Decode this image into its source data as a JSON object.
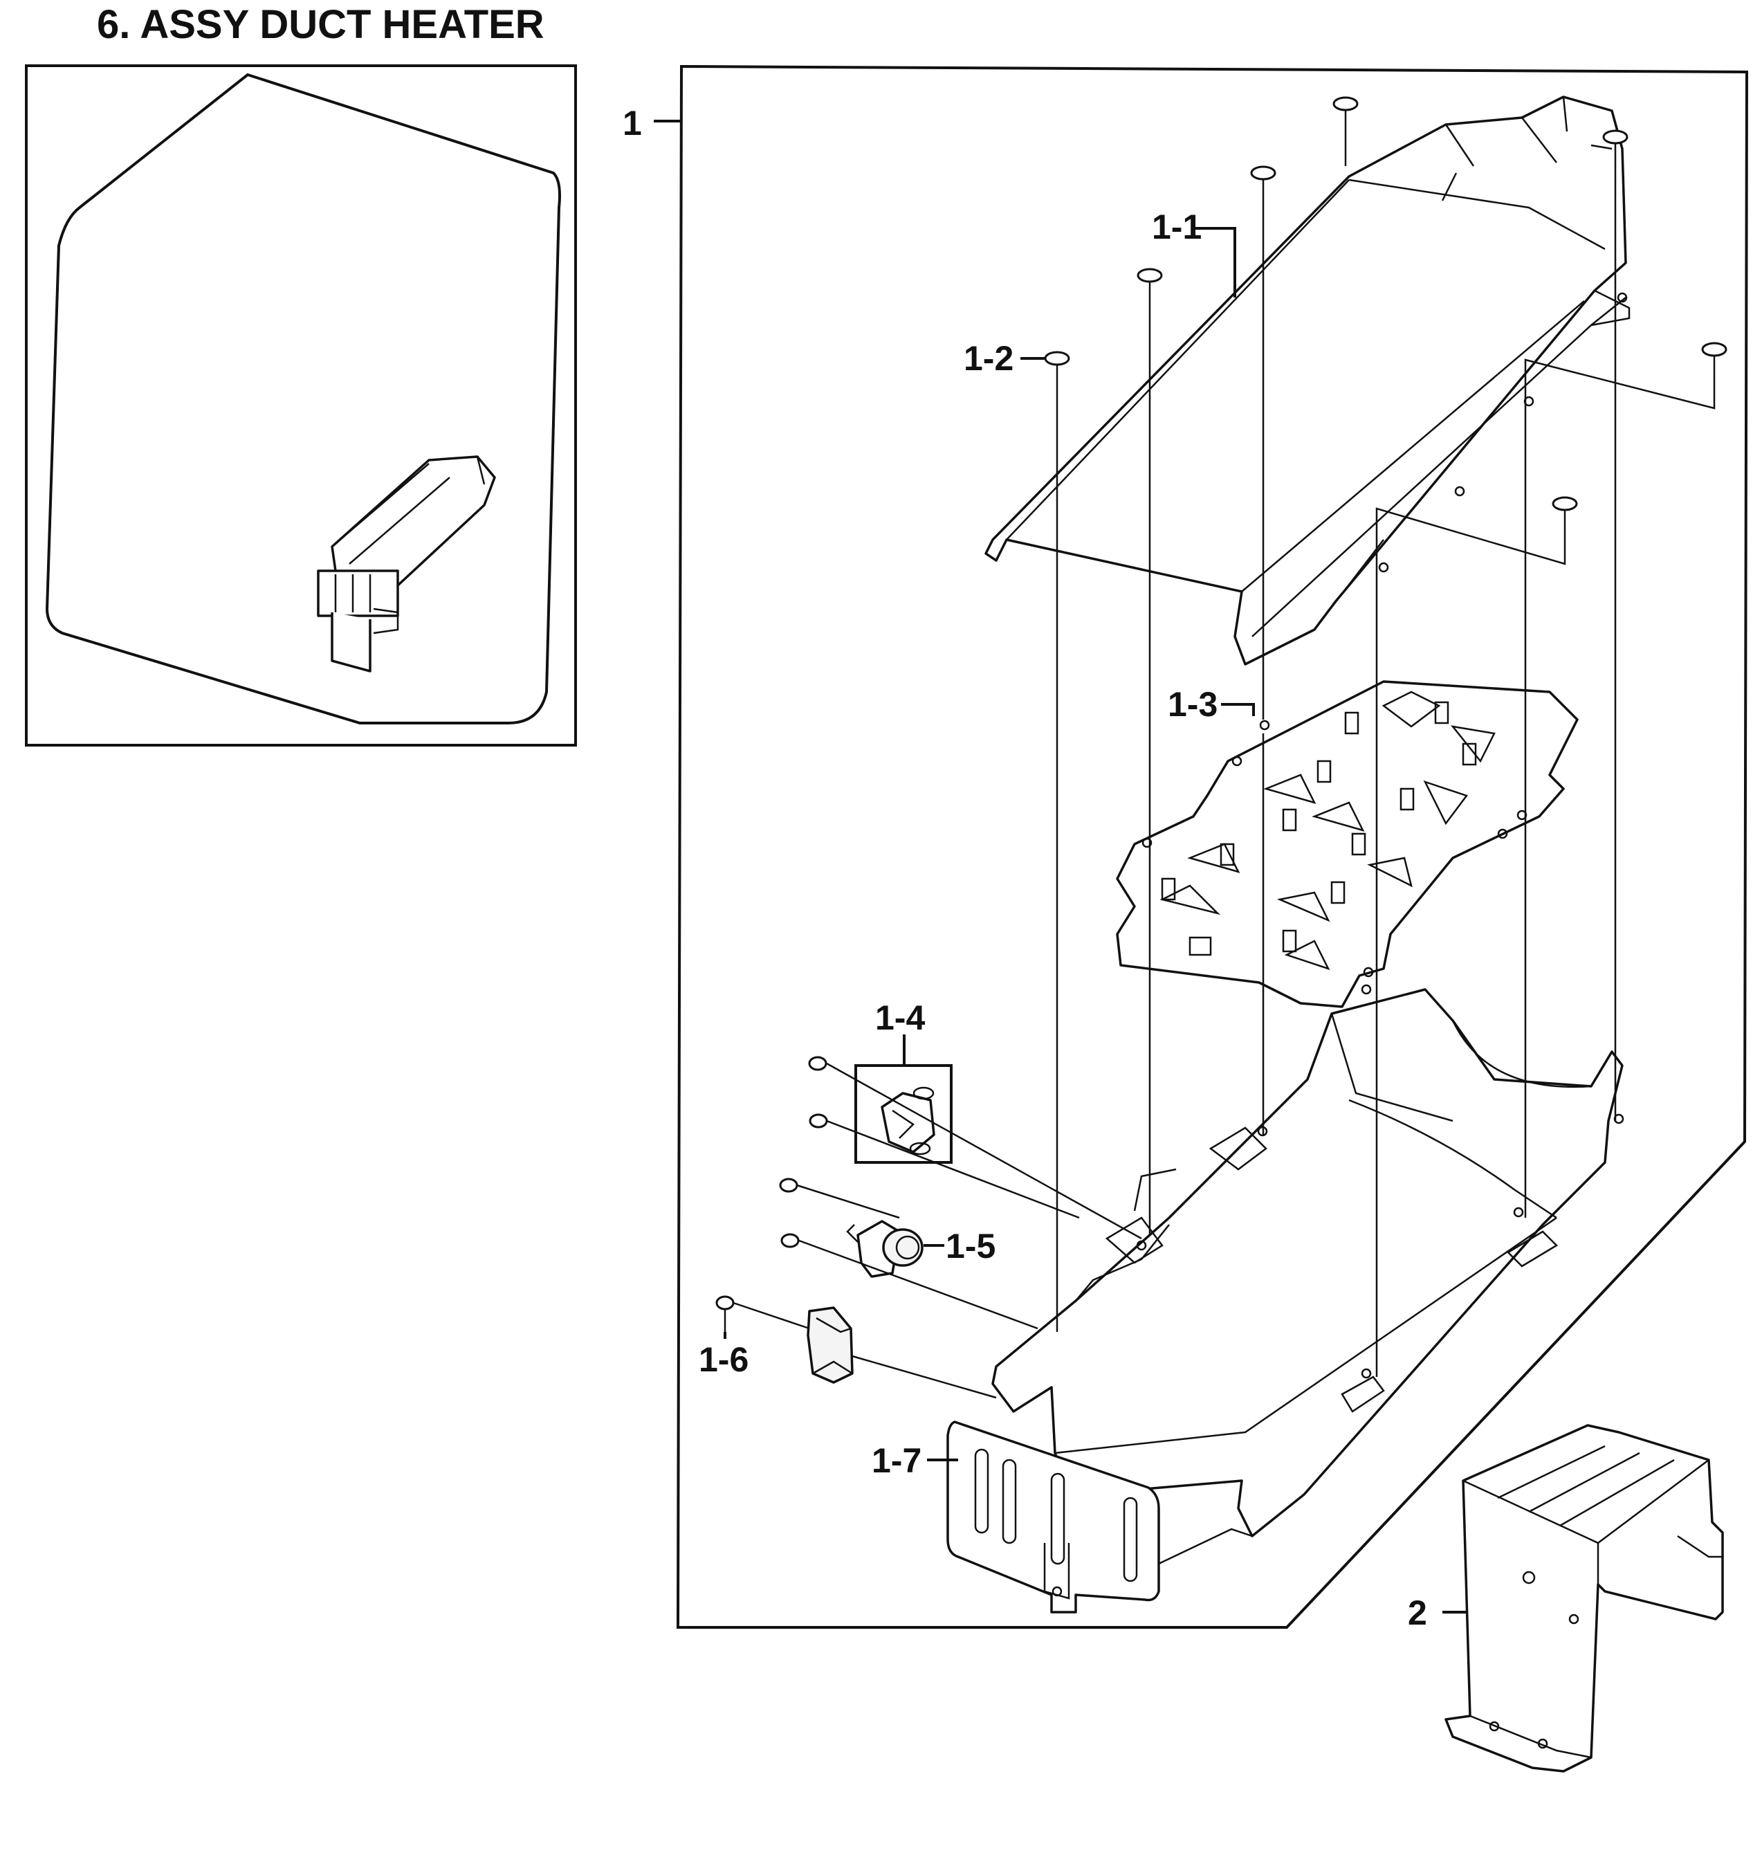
{
  "title": "6. ASSY DUCT HEATER",
  "callouts": {
    "c1": "1",
    "c1_1": "1-1",
    "c1_2": "1-2",
    "c1_3": "1-3",
    "c1_4": "1-4",
    "c1_5": "1-5",
    "c1_6": "1-6",
    "c1_7": "1-7",
    "c2": "2"
  }
}
